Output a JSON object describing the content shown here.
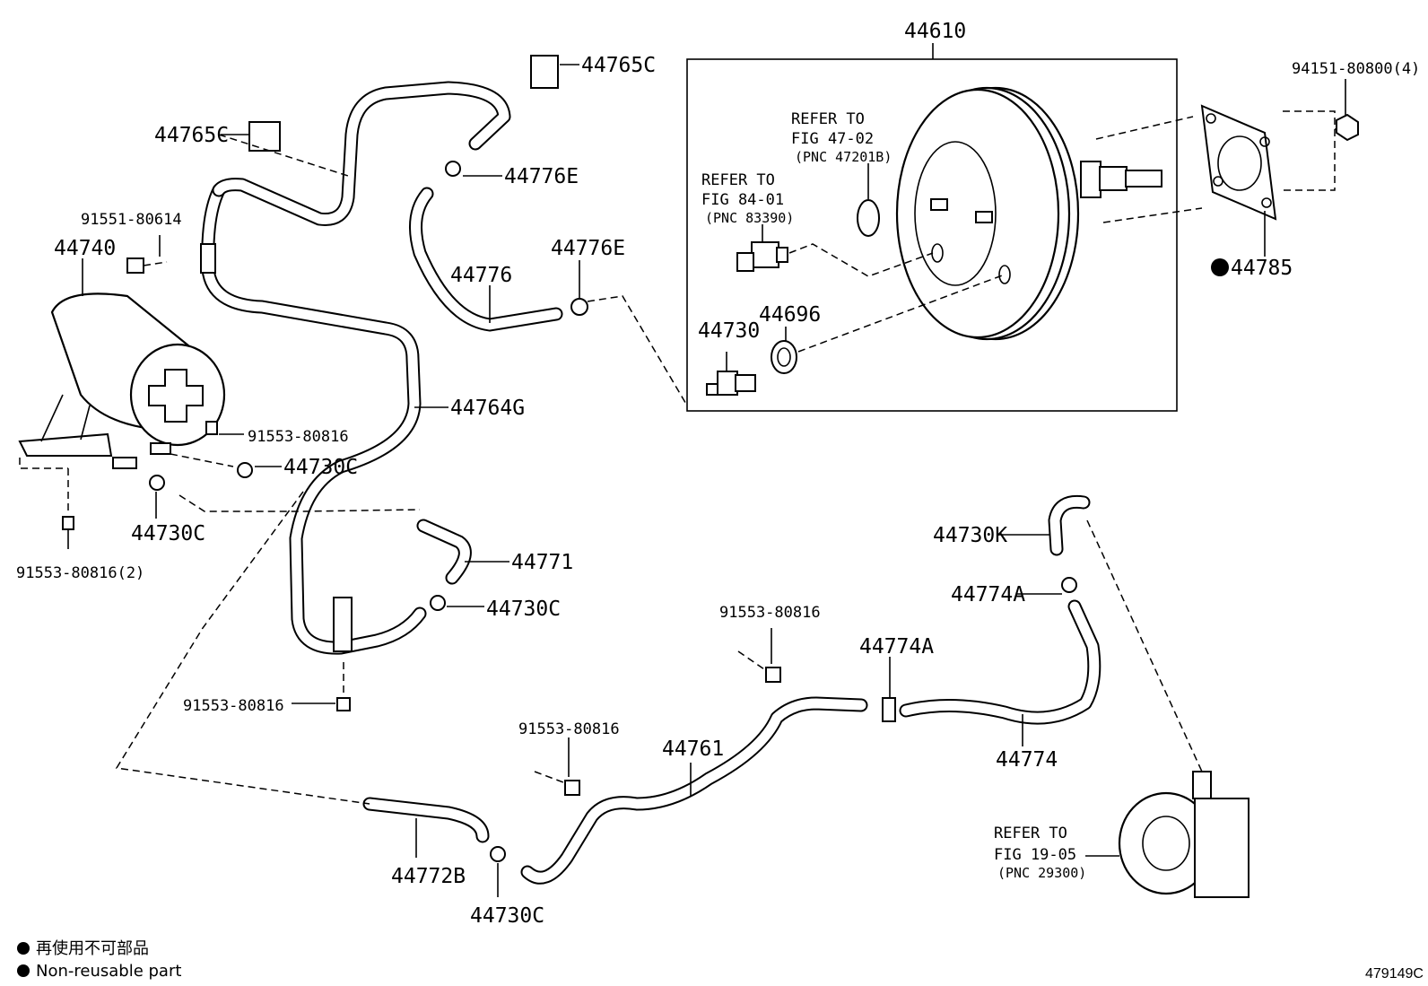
{
  "labels": {
    "p44610": "44610",
    "p44765c_a": "44765C",
    "p44765c_b": "44765C",
    "p44776e_a": "44776E",
    "p44776e_b": "44776E",
    "p44776": "44776",
    "p44740": "44740",
    "p91551": "91551-80614",
    "p91553_a": "91553-80816",
    "p91553_b": "91553-80816(2)",
    "p91553_c": "91553-80816",
    "p91553_d": "91553-80816",
    "p91553_e": "91553-80816",
    "p44730c_a": "44730C",
    "p44730c_b": "44730C",
    "p44730c_c": "44730C",
    "p44730c_d": "44730C",
    "p44764g": "44764G",
    "p44771": "44771",
    "p44772b": "44772B",
    "p44761": "44761",
    "p44774a_a": "44774A",
    "p44774a_b": "44774A",
    "p44774": "44774",
    "p44730k": "44730K",
    "p44730": "44730",
    "p44696": "44696",
    "p94151": "94151-80800(4)",
    "p44785": "44785"
  },
  "refs": {
    "r1_line1": "REFER TO",
    "r1_line2": "FIG 47-02",
    "r1_line3": "(PNC 47201B)",
    "r2_line1": "REFER TO",
    "r2_line2": "FIG 84-01",
    "r2_line3": "(PNC 83390)",
    "r3_line1": "REFER TO",
    "r3_line2": "FIG 19-05",
    "r3_line3": "(PNC 29300)"
  },
  "legend": {
    "line_jp": "再使用不可部品",
    "line_en": "Non-reusable part"
  },
  "figure_id": "479149C",
  "icons": {
    "non_reusable_marker": "filled-circle-icon"
  }
}
